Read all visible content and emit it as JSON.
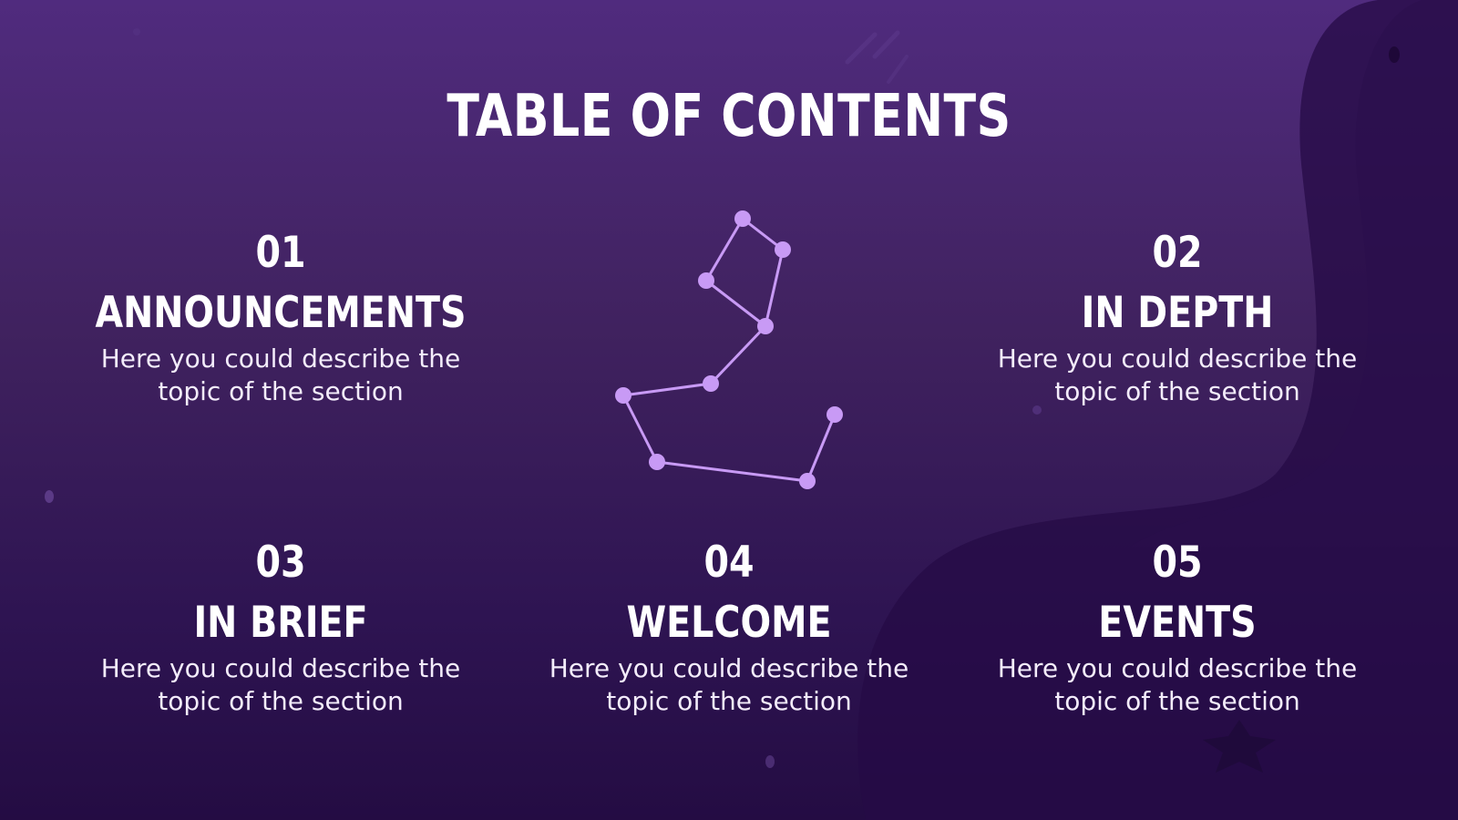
{
  "slide": {
    "title": "TABLE OF CONTENTS",
    "sections": [
      {
        "number": "01",
        "heading": "ANNOUNCEMENTS",
        "description": "Here you could describe the topic of the section"
      },
      {
        "number": "02",
        "heading": "IN DEPTH",
        "description": "Here you could describe the topic of the section"
      },
      {
        "number": "03",
        "heading": "IN BRIEF",
        "description": "Here you could describe the topic of the section"
      },
      {
        "number": "04",
        "heading": "WELCOME",
        "description": "Here you could describe the topic of the section"
      },
      {
        "number": "05",
        "heading": "EVENTS",
        "description": "Here you could describe the topic of the section"
      }
    ]
  },
  "colors": {
    "background_top": "#502b7e",
    "background_bottom": "#240c43",
    "constellation": "#c89af5",
    "text": "#ffffff"
  },
  "icons": [
    "constellation-icon",
    "star-icon"
  ]
}
